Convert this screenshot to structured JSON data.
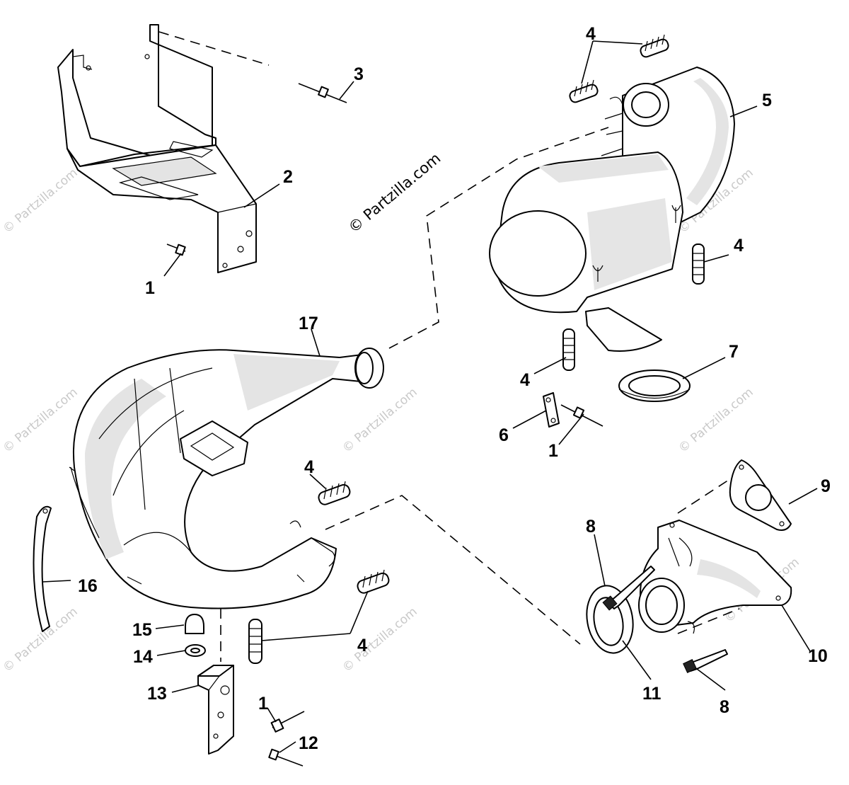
{
  "watermark": {
    "main_text": "© Partzilla.com",
    "faint_text": "© Partzilla.com"
  },
  "callouts": {
    "c1a": "1",
    "c2": "2",
    "c3": "3",
    "c4a": "4",
    "c5": "5",
    "c4b": "4",
    "c17": "17",
    "c4c": "4",
    "c7": "7",
    "c6": "6",
    "c1b": "1",
    "c4d": "4",
    "c9": "9",
    "c8a": "8",
    "c16": "16",
    "c15": "15",
    "c14": "14",
    "c4e": "4",
    "c13": "13",
    "c1c": "1",
    "c12": "12",
    "c11": "11",
    "c8b": "8",
    "c10": "10"
  },
  "colors": {
    "line": "#000000",
    "watermark": "#c9c9c9",
    "background": "#ffffff"
  }
}
